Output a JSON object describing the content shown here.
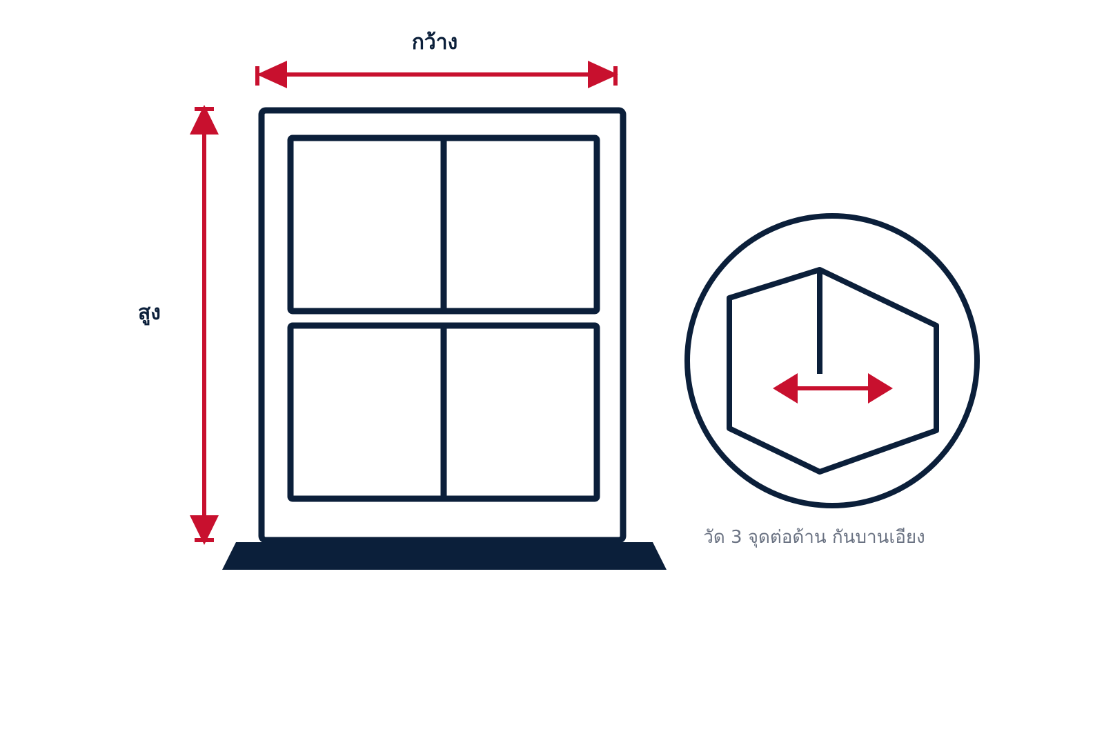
{
  "labels": {
    "width": "กว้าง",
    "height": "สูง",
    "note": "วัด 3 จุดต่อด้าน กันบานเอียง"
  },
  "colors": {
    "frame": "#0b1f3a",
    "arrow": "#c8102e",
    "note_text": "#6a7282",
    "background": "#ffffff"
  }
}
